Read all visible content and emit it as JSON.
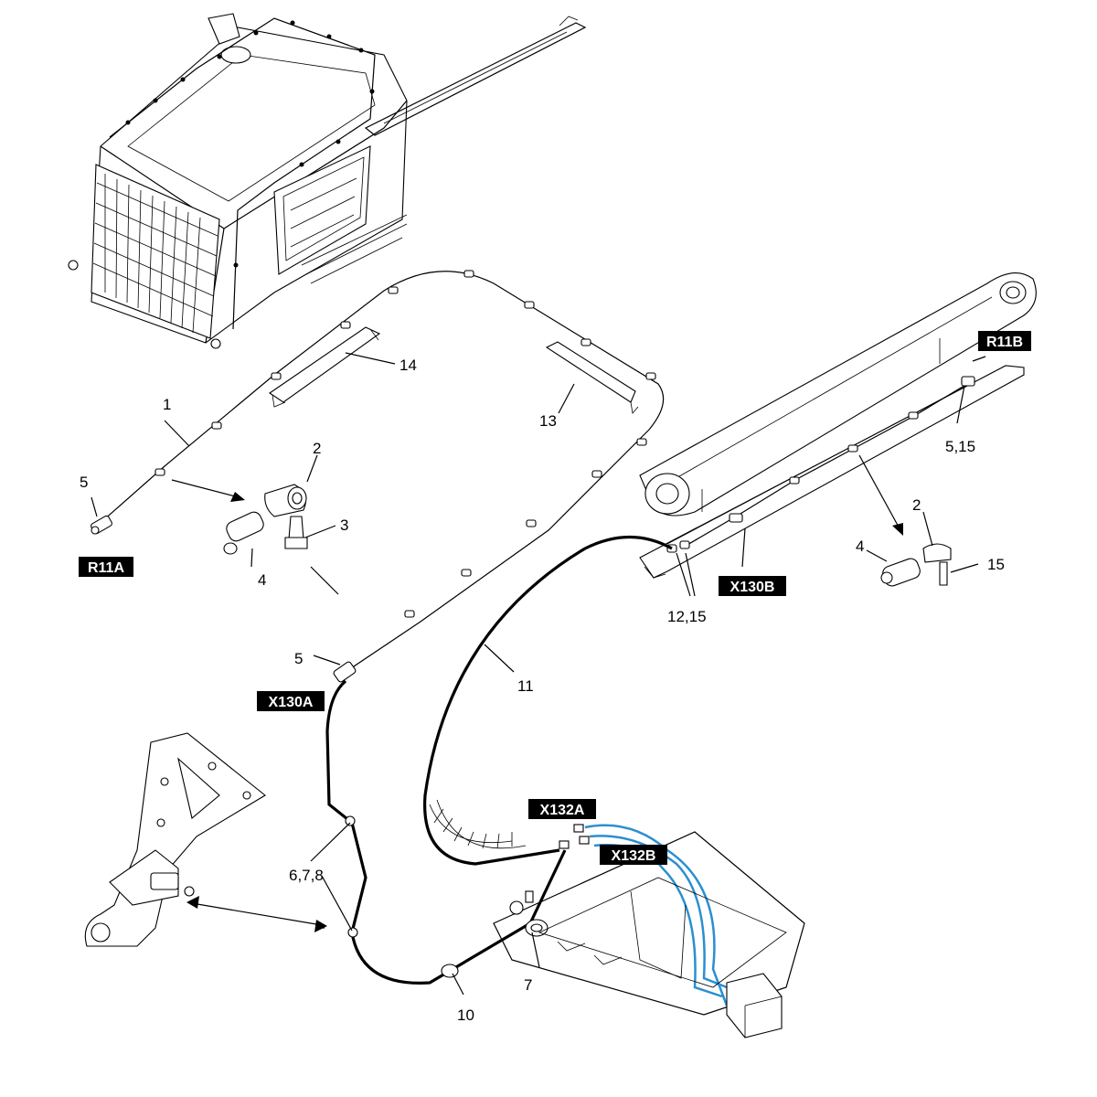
{
  "callouts": [
    {
      "id": "c1",
      "text": "1"
    },
    {
      "id": "c2a",
      "text": "2"
    },
    {
      "id": "c3",
      "text": "3"
    },
    {
      "id": "c4a",
      "text": "4"
    },
    {
      "id": "c5a",
      "text": "5"
    },
    {
      "id": "c14",
      "text": "14"
    },
    {
      "id": "c13",
      "text": "13"
    },
    {
      "id": "c515",
      "text": "5,15"
    },
    {
      "id": "c2b",
      "text": "2"
    },
    {
      "id": "c4b",
      "text": "4"
    },
    {
      "id": "c15",
      "text": "15"
    },
    {
      "id": "c1215",
      "text": "12,15"
    },
    {
      "id": "c5b",
      "text": "5"
    },
    {
      "id": "c11",
      "text": "11"
    },
    {
      "id": "c678",
      "text": "6,7,8"
    },
    {
      "id": "c7",
      "text": "7"
    },
    {
      "id": "c10",
      "text": "10"
    }
  ],
  "connector_tags": {
    "r11a": "R11A",
    "r11b": "R11B",
    "x130a": "X130A",
    "x130b": "X130B",
    "x132a": "X132A",
    "x132b": "X132B"
  },
  "colors": {
    "line": "#000000",
    "tag_background": "#000000",
    "tag_text": "#ffffff",
    "hose": "#2a8fd0"
  }
}
